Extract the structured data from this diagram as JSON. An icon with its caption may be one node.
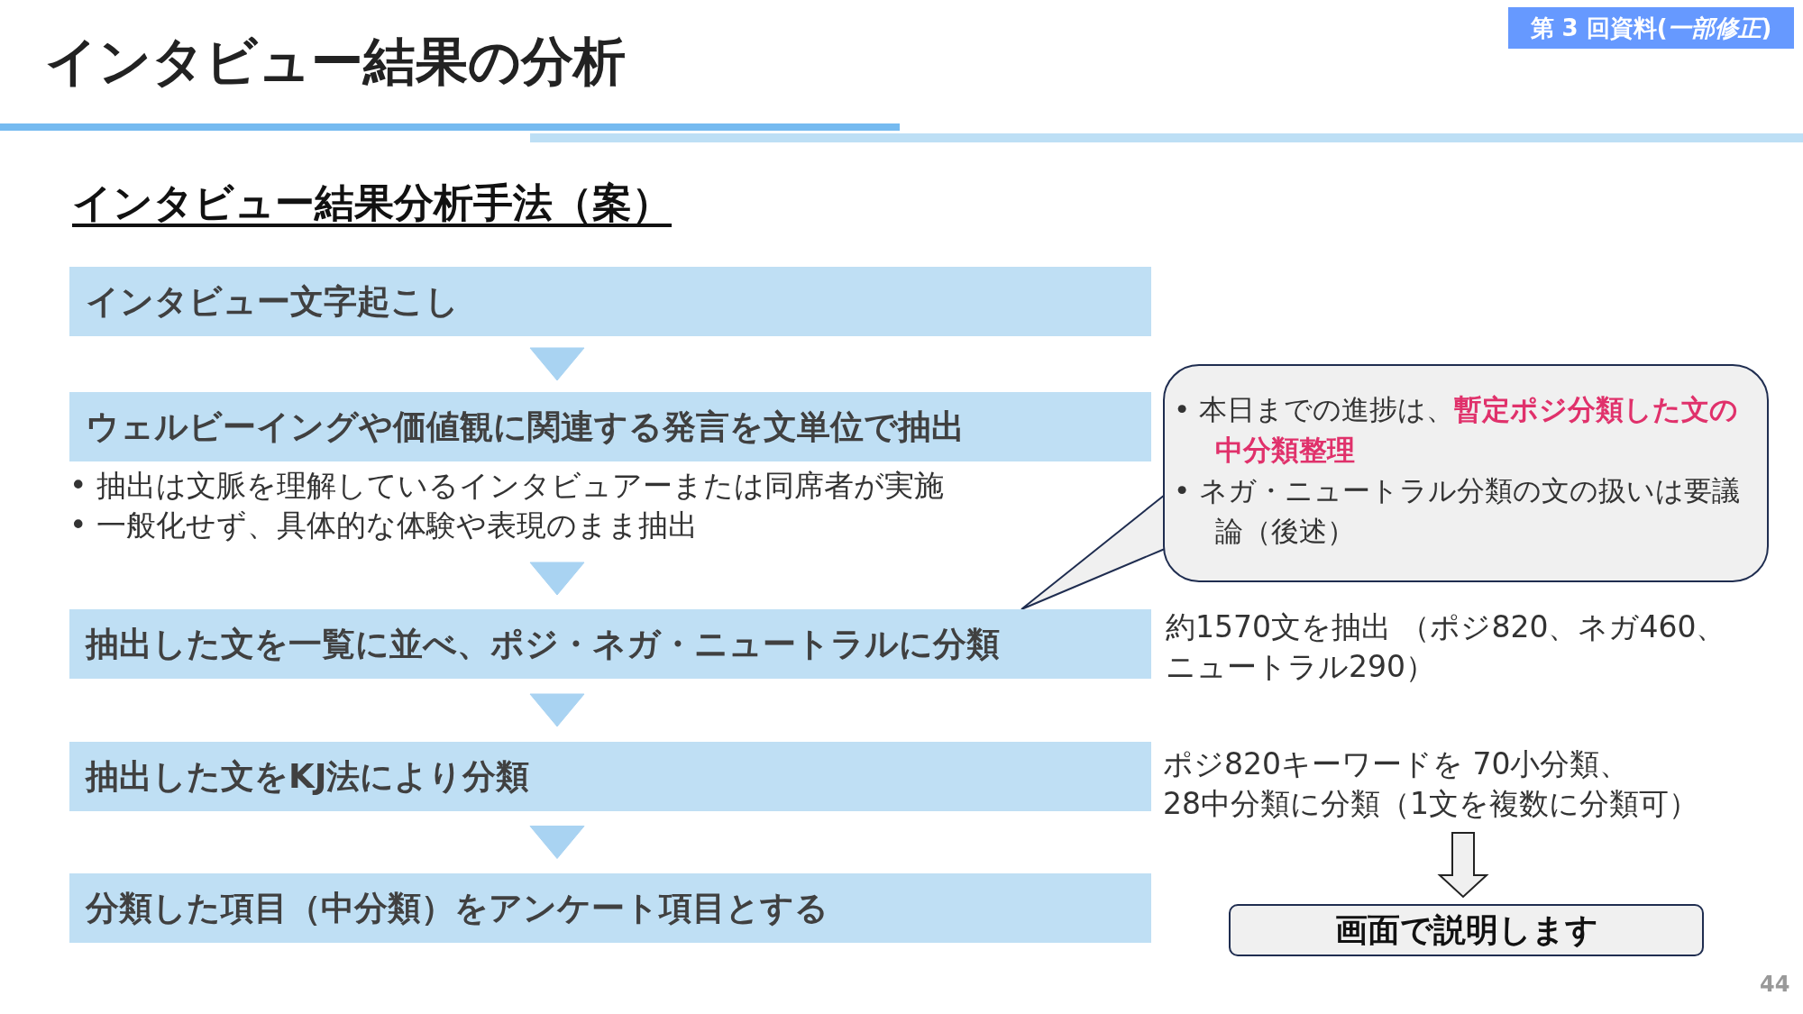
{
  "diagram": {
    "title": "インタビュー結果の分析",
    "nodes": [
      {
        "text": [
          "インタビュー文字起こし"
        ]
      },
      {
        "text": [
          "ウェルビーイングや価値観に関連する発言を文単位で抽出"
        ],
        "beside": [
          "• 抽出は文脈を理解しているインタビュアーまたは同席者が実施",
          "• 一般化せず、具体的な体験や表現のまま抽出"
        ]
      },
      {
        "text": [
          "抽出した文を一覧に並べ、ポジ・ネガ・ニュートラルに分類"
        ],
        "beside": [
          "約1570文を抽出 （ポジ820、ネガ460、ニュートラル290）"
        ]
      },
      {
        "text": [
          "抽出した文をKJ法により分類"
        ]
      },
      {
        "text": [
          "分類した項目（中分類）をアンケート項目とする"
        ]
      },
      {
        "text": [
          "ポジ820キーワードを 70小分類、 28中分類に分類（1文を複数に分類可）"
        ]
      },
      {
        "text": [
          "画面で説明します"
        ]
      },
      {
        "text": [
          "• 本日までの進捗は、**暫定ポジ分類した文の中分類整理**",
          "• ネガ・ニュートラル分類の文の扱いは要議論（後述）"
        ]
      }
    ],
    "edges": [
      {
        "from": 0,
        "to": 1,
        "arrow": "to"
      },
      {
        "from": 1,
        "to": 2,
        "arrow": "to"
      },
      {
        "from": 2,
        "to": 3,
        "arrow": "to"
      },
      {
        "from": 3,
        "to": 4,
        "arrow": "to"
      },
      {
        "from": 5,
        "to": 6,
        "arrow": "to"
      },
      {
        "from": 7,
        "to": 2,
        "arrow": "none"
      }
    ],
    "labels": [
      "第 3 回資料(*一部修正*)",
      "インタビュー結果分析手法（案）",
      "44"
    ]
  }
}
